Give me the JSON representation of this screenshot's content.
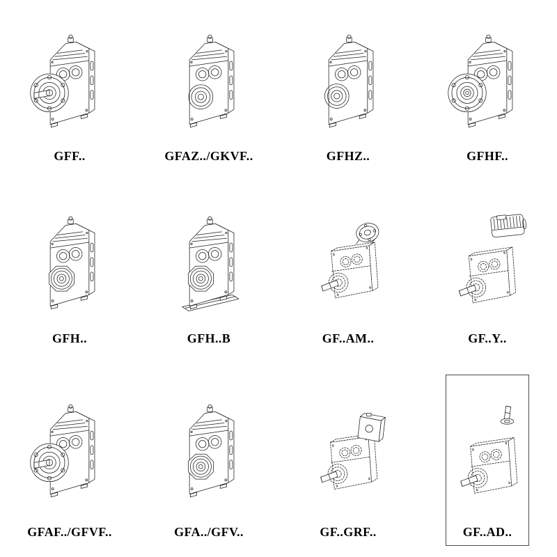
{
  "page": {
    "background": "#ffffff",
    "ink": "#1d1d1d",
    "cell_border": "#4a4a4a"
  },
  "cells": [
    {
      "label": "GFF..",
      "drawing": "flange-with-shaft-gearbox"
    },
    {
      "label": "GFAZ../GKVF..",
      "drawing": "hollow-shaft-gearbox"
    },
    {
      "label": "GFHZ..",
      "drawing": "hollow-shaft-gearbox"
    },
    {
      "label": "GFHF..",
      "drawing": "flange-hollow-gearbox"
    },
    {
      "label": "GFH..",
      "drawing": "shaft-mounted-gearbox"
    },
    {
      "label": "GFH..B",
      "drawing": "shaft-mounted-gearbox-with-base"
    },
    {
      "label": "GF..AM..",
      "drawing": "gearbox-with-motor-adapter-flange"
    },
    {
      "label": "GF..Y..",
      "drawing": "gearbox-with-motor"
    },
    {
      "label": "GFAF../GFVF..",
      "drawing": "flange-with-shaft-gearbox"
    },
    {
      "label": "GFA../GFV..",
      "drawing": "shaft-mounted-gearbox"
    },
    {
      "label": "GF..GRF..",
      "drawing": "gearbox-with-adapter-block"
    },
    {
      "label": "GF..AD..",
      "drawing": "gearbox-with-input-shaft-adapter"
    }
  ]
}
